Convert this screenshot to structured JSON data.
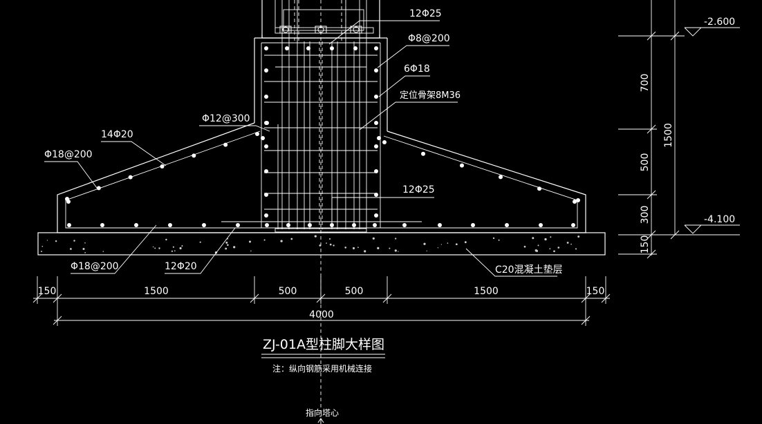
{
  "colors": {
    "background": "#000000",
    "line": "#ffffff",
    "aggregate": "#cfcfcf"
  },
  "rebar_labels": {
    "top_main": "12Φ25",
    "stirrup": "Φ8@200",
    "side_bars": "6Φ18",
    "frame": "定位骨架8M36",
    "pier_stirrup": "Φ12@300",
    "slope_bars": "14Φ20",
    "slope_dist": "Φ18@200",
    "inner_main": "12Φ25",
    "bottom_dist": "Φ18@200",
    "bottom_main": "12Φ20",
    "cushion": "C20混凝土垫层"
  },
  "elevations": {
    "top": "-2.600",
    "bottom": "-4.100"
  },
  "vertical_dims": {
    "d700": "700",
    "d500": "500",
    "d300": "300",
    "d150": "150",
    "total": "1500"
  },
  "horizontal_dims": {
    "left_150": "150",
    "left_1500": "1500",
    "left_500": "500",
    "right_500": "500",
    "right_1500": "1500",
    "right_150": "150",
    "total": "4000"
  },
  "title": "ZJ-01A型柱脚大样图",
  "note": "注：纵向钢筋采用机械连接",
  "direction_label": "指向塔心"
}
